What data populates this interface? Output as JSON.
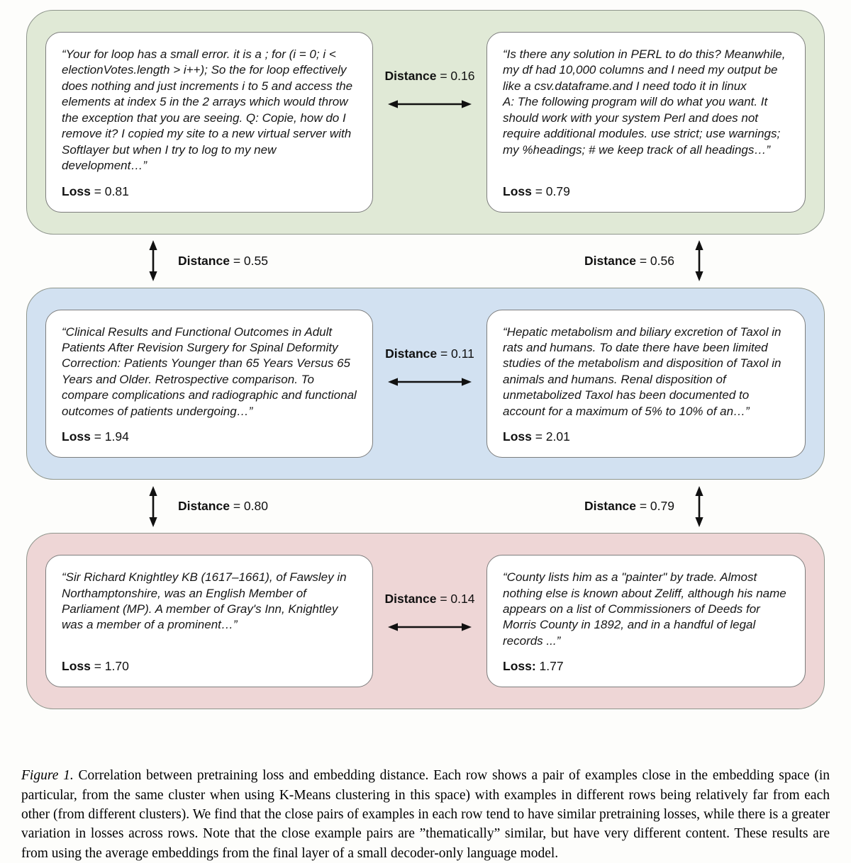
{
  "colors": {
    "row1_bg": "#e0e9d6",
    "row2_bg": "#d2e1f1",
    "row3_bg": "#eed6d6",
    "card_bg": "#ffffff",
    "arrow": "#111111"
  },
  "rows": [
    {
      "left": {
        "quote": "“Your for loop has a small error. it is a ; for (i = 0; i < electionVotes.length > i++); So the for loop effectively does nothing and just increments i to 5 and access the elements at index 5 in the 2 arrays which would throw the exception that you are seeing. Q: Copie, how do I remove it? I copied my site to a new virtual server with Softlayer but when I try to log to my new development…”",
        "loss_bold": "Loss",
        "loss_rest": " = 0.81"
      },
      "distance_bold": "Distance",
      "distance_rest": " = 0.16",
      "right": {
        "quote": "“Is there any solution in PERL to do this? Meanwhile, my df had 10,000 columns and I need my output be like a csv.dataframe.and I need todo it in linux\nA: The following program will do what you want. It should work with your system Perl and does not require additional modules. use strict; use warnings; my %headings; # we keep track of all headings…”",
        "loss_bold": "Loss",
        "loss_rest": " = 0.79"
      }
    },
    {
      "left": {
        "quote": "“Clinical Results and Functional Outcomes in Adult Patients After Revision Surgery for Spinal Deformity Correction: Patients Younger than 65 Years Versus 65 Years and Older. Retrospective comparison. To compare complications and radiographic and functional outcomes of patients undergoing…”",
        "loss_bold": "Loss",
        "loss_rest": " = 1.94"
      },
      "distance_bold": "Distance",
      "distance_rest": " = 0.11",
      "right": {
        "quote": "“Hepatic metabolism and biliary excretion of Taxol in rats and humans. To date there have been limited studies of the metabolism and disposition of Taxol in animals and humans. Renal disposition of unmetabolized Taxol has been documented to account for a maximum of 5% to 10% of an…”",
        "loss_bold": "Loss",
        "loss_rest": " = 2.01"
      }
    },
    {
      "left": {
        "quote": "“Sir Richard Knightley KB (1617–1661), of Fawsley in Northamptonshire, was an English Member of Parliament (MP). A member of Gray's Inn, Knightley was a member of a prominent…”",
        "loss_bold": "Loss",
        "loss_rest": " = 1.70"
      },
      "distance_bold": "Distance",
      "distance_rest": " = 0.14",
      "right": {
        "quote": "“County lists him as a \"painter\" by trade. Almost nothing else is known about Zeliff, although his name appears on a list of Commissioners of Deeds for Morris County in 1892, and in a handful of legal records ...”",
        "loss_bold": "Loss:",
        "loss_rest": " 1.77"
      }
    }
  ],
  "row_gaps": [
    {
      "left_bold": "Distance",
      "left_rest": " = 0.55",
      "right_bold": "Distance",
      "right_rest": " = 0.56"
    },
    {
      "left_bold": "Distance",
      "left_rest": " = 0.80",
      "right_bold": "Distance",
      "right_rest": " = 0.79"
    }
  ],
  "caption": {
    "figure_label": "Figure 1.",
    "text": " Correlation between pretraining loss and embedding distance. Each row shows a pair of examples close in the embedding space (in particular, from the same cluster when using K-Means clustering in this space) with examples in different rows being relatively far from each other (from different clusters). We find that the close pairs of examples in each row tend to have similar pretraining losses, while there is a greater variation in losses across rows. Note that the close example pairs are ”thematically” similar, but have very different content. These results are from using the average embeddings from the final layer of a small decoder-only language model."
  }
}
